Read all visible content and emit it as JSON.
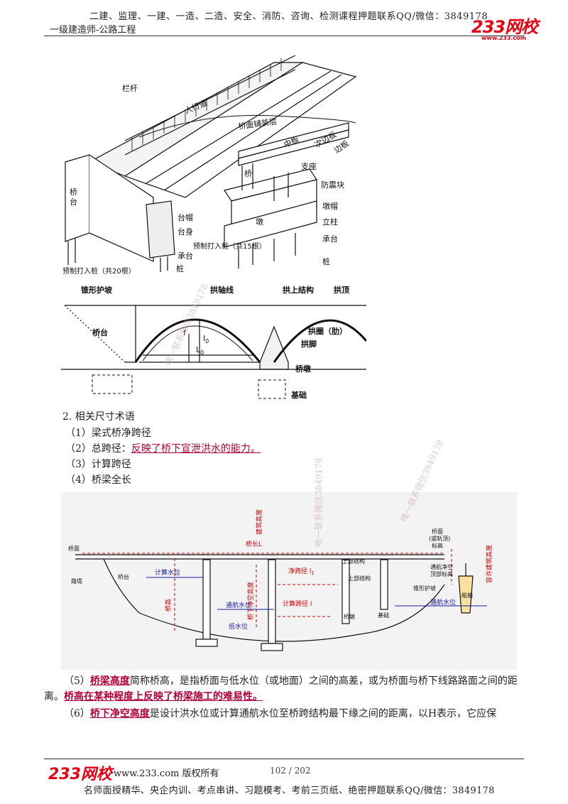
{
  "header": {
    "ad_line": "二建、监理、一建、一造、二造、安全、消防、咨询、检测课程押题联系QQ/微信：3849178",
    "subject": "一级建造师-公路工程",
    "logo_text": "233网校",
    "logo_sub": "www.233.com"
  },
  "figure1": {
    "labels": {
      "railing": "栏杆",
      "sidewalk": "人行道",
      "deck_pavement": "桥面铺装层",
      "middle_slab": "中板",
      "secondary_edge_slab": "次边板",
      "edge_slab": "边板",
      "bearing": "支座",
      "bridge": "桥",
      "abutment": "桥\n台",
      "seismic_block": "防震块",
      "pier_cap": "墩帽",
      "column": "立柱",
      "pier": "墩",
      "pile_cap": "承台",
      "abutment_cap": "台帽",
      "abutment_body": "台身",
      "abutment_pile_cap": "承台",
      "precast_piles_15": "预制打入桩（共15根）",
      "precast_piles_20": "预制打入桩（共20根）",
      "pile_left": "桩",
      "pile_right": "桩"
    }
  },
  "figure2": {
    "labels": {
      "cone_slope": "锥形护坡",
      "arch_axis": "拱轴线",
      "spandrel": "拱上结构",
      "crown": "拱顶",
      "abutment": "桥台",
      "arch_ring": "拱圈（肋）",
      "arch_foot": "拱脚",
      "pier": "桥墩",
      "foundation": "基础",
      "f": "f",
      "l0_vert": "l",
      "l0_sub": "0",
      "L0": "L",
      "L0_sub": "0"
    }
  },
  "section": {
    "heading": "2. 相关尺寸术语",
    "items": [
      {
        "num": "（1）",
        "text": "梁式桥净跨径"
      },
      {
        "num": "（2）",
        "text": "总跨径：",
        "highlight": "反映了桥下宣泄洪水的能力。"
      },
      {
        "num": "（3）",
        "text": "计算跨径"
      },
      {
        "num": "（4）",
        "text": "桥梁全长"
      }
    ]
  },
  "figure3": {
    "labels": {
      "deck": "桥面",
      "bridge_length": "桥长L",
      "building_height": "建筑高度",
      "deck_elev": "桥面",
      "deck_elev2": "(或轨顶)",
      "deck_elev3": "标高",
      "allowable_height": "容许建筑高度",
      "embankment": "路堤",
      "abutment": "桥台",
      "design_wl": "计算水位",
      "clear_span": "净跨径 l",
      "clear_span_sub": "1",
      "superstructure": "上部结构",
      "superstructure2": "上部结构",
      "nav_clearance": "通航净空",
      "nav_clearance2": "顶部标高",
      "cone_slope": "锥形护坡",
      "bridge_height": "桥高",
      "under_clearance": "桥下净空高度",
      "nav_wl": "通航水位",
      "calc_span": "计算跨径 l",
      "nav_wl2": "通航水位",
      "ship": "船舶",
      "low_wl": "低水位",
      "pier": "桥墩",
      "foundation": "基础"
    }
  },
  "paragraphs": {
    "p5_num": "（5）",
    "p5_term": "桥梁高度",
    "p5_text1": "简称桥高，是指桥面与低水位（或地面）之间的高差，或为桥面与桥下线路路面之间",
    "p5_text2": "的距离。",
    "p5_hl": "桥高在某种程度上反映了桥梁施工的难易性。",
    "p6_num": "（6）",
    "p6_term": "桥下净空高度",
    "p6_text": "是设计洪水位或计算通航水位至桥跨结构最下缘之间的距离，以H表示，它应保"
  },
  "footer": {
    "logo": "233网校",
    "site": "www.233.com 版权所有",
    "page": "102 / 202",
    "ad": "名师面授精华、央企内训、考点串讲、习题模考、考前三页纸、绝密押题联系QQ/微信：3849178"
  },
  "watermarks": [
    "唯一联系微信3849178",
    "唯一联系微信3849178",
    "唯一联系微信3849178"
  ],
  "colors": {
    "brand_red": "#e60012",
    "highlight": "#b0003a"
  }
}
